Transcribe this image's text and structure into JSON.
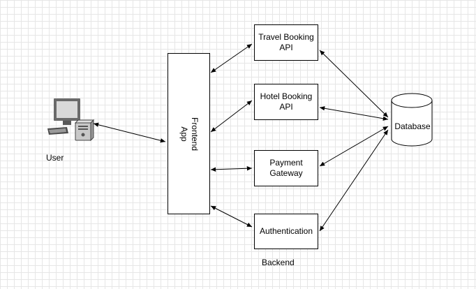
{
  "diagram": {
    "user_label": "User",
    "frontend_label": "Frontend\nApp",
    "services": {
      "travel": "Travel Booking\nAPI",
      "hotel": "Hotel Booking\nAPI",
      "payment": "Payment\nGateway",
      "auth": "Authentication"
    },
    "database_label": "Database",
    "backend_label": "Backend"
  },
  "colors": {
    "stroke": "#000000",
    "fill": "#ffffff",
    "grid": "#e6e6e6"
  }
}
